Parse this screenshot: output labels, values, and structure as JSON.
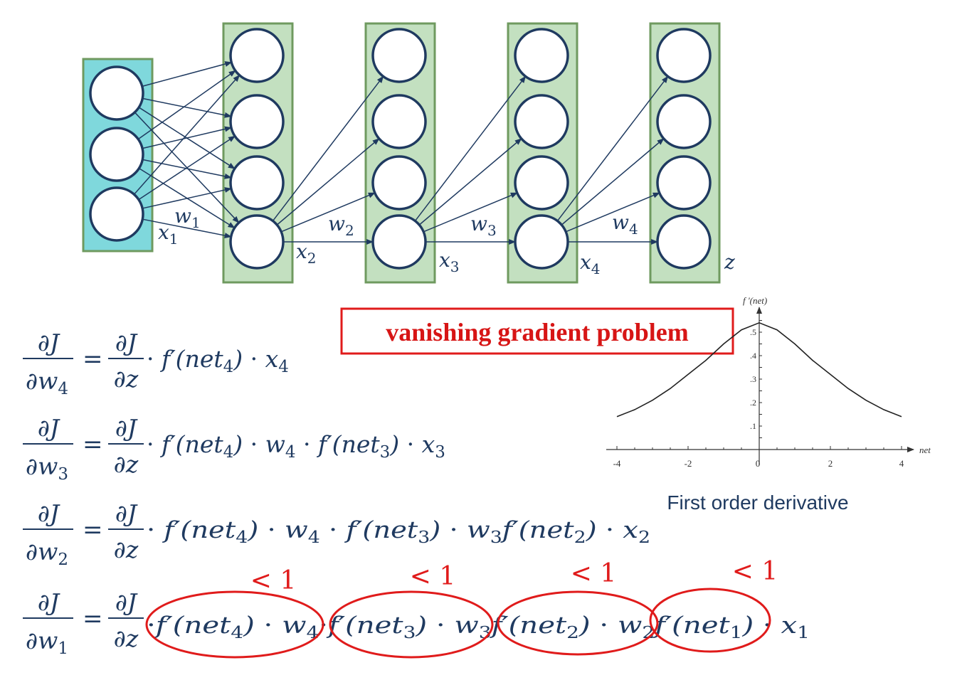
{
  "network": {
    "layers": [
      {
        "name": "input-layer",
        "fill": "#7fd8dc",
        "nodes": 3
      },
      {
        "name": "hidden-layer-1",
        "fill": "#c3e0c0",
        "nodes": 4
      },
      {
        "name": "hidden-layer-2",
        "fill": "#c3e0c0",
        "nodes": 4
      },
      {
        "name": "hidden-layer-3",
        "fill": "#c3e0c0",
        "nodes": 4
      },
      {
        "name": "output-layer",
        "fill": "#c3e0c0",
        "nodes": 4
      }
    ],
    "labels": {
      "w1": {
        "base": "w",
        "sub": "1"
      },
      "x1": {
        "base": "x",
        "sub": "1"
      },
      "w2": {
        "base": "w",
        "sub": "2"
      },
      "x2": {
        "base": "x",
        "sub": "2"
      },
      "w3": {
        "base": "w",
        "sub": "3"
      },
      "x3": {
        "base": "x",
        "sub": "3"
      },
      "w4": {
        "base": "w",
        "sub": "4"
      },
      "x4": {
        "base": "x",
        "sub": "4"
      },
      "z": "z"
    },
    "colors": {
      "arrow": "#1f3a60",
      "layer_border": "#6f9a5f",
      "node_stroke": "#1f3a60"
    }
  },
  "callout": {
    "text": "vanishing gradient problem",
    "border_color": "#e01b1b"
  },
  "equations": {
    "lhs_num": "∂J",
    "rhs_num": "∂J",
    "rhs_den": "∂z",
    "eq1": {
      "lhs_den_base": "∂w",
      "lhs_den_sub": "4"
    },
    "eq2": {
      "lhs_den_base": "∂w",
      "lhs_den_sub": "3"
    },
    "eq3": {
      "lhs_den_base": "∂w",
      "lhs_den_sub": "2"
    },
    "eq4": {
      "lhs_den_base": "∂w",
      "lhs_den_sub": "1"
    },
    "less_than_one": "< 1"
  },
  "derivative_plot": {
    "caption": "First order derivative",
    "ylabel": "f '(net)",
    "xlabel": "net"
  },
  "chart_data": {
    "type": "line",
    "title": "",
    "xlabel": "net",
    "ylabel": "f '(net)",
    "xlim": [
      -4,
      4
    ],
    "ylim": [
      0,
      0.58
    ],
    "x_ticks": [
      "-4",
      "-2",
      "0",
      "2",
      "4"
    ],
    "y_ticks": [
      ".1",
      ".2",
      ".3",
      ".4",
      ".5"
    ],
    "series": [
      {
        "x": [
          -4,
          -3.5,
          -3,
          -2.5,
          -2,
          -1.5,
          -1,
          -0.5,
          0,
          0.5,
          1,
          1.5,
          2,
          2.5,
          3,
          3.5,
          4
        ],
        "y": [
          0.14,
          0.17,
          0.21,
          0.26,
          0.32,
          0.38,
          0.45,
          0.51,
          0.54,
          0.51,
          0.45,
          0.38,
          0.32,
          0.26,
          0.21,
          0.17,
          0.14
        ]
      }
    ]
  }
}
